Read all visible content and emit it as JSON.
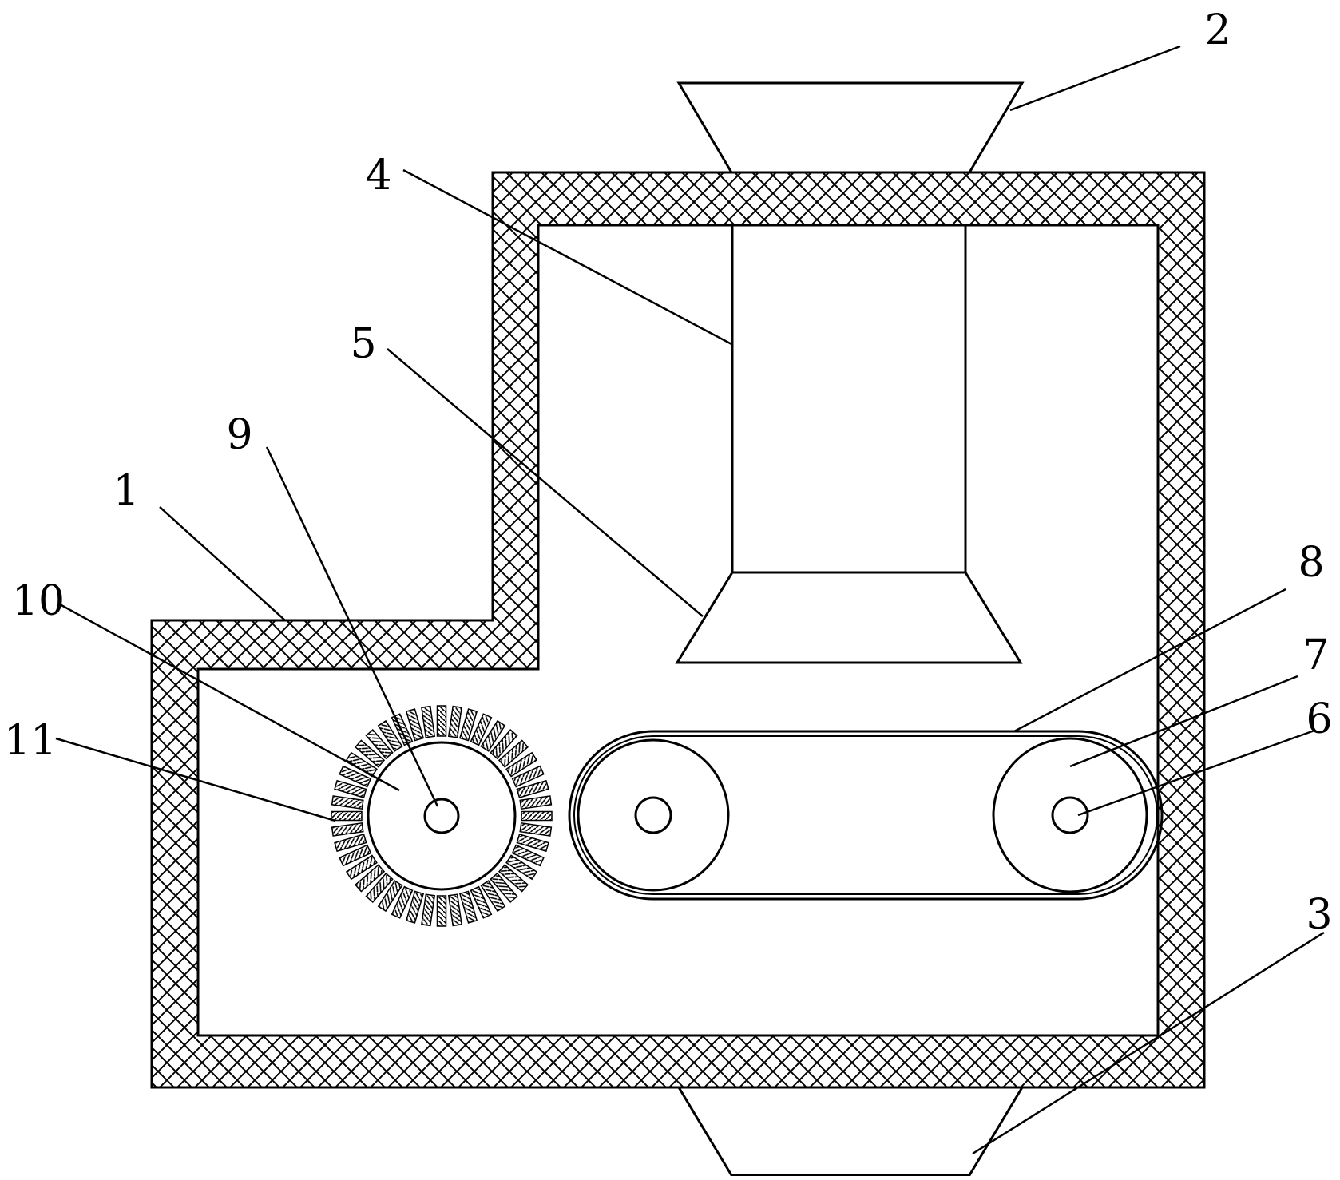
{
  "labels": {
    "housing": "1",
    "inlet_hopper": "2",
    "outlet_hopper": "3",
    "guide_chute": "4",
    "flared_mouth": "5",
    "roller_shaft": "6",
    "roller": "7",
    "conveyor_belt": "8",
    "brush_shaft": "9",
    "brush_hub": "10",
    "bristles": "11"
  },
  "colors": {
    "stroke": "#000000",
    "fill": "#ffffff"
  }
}
